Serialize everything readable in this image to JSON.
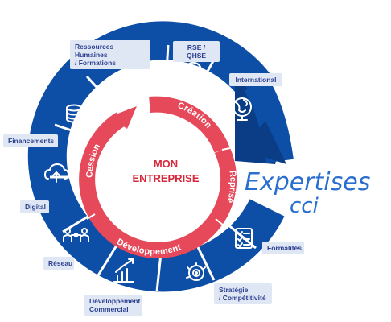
{
  "center": {
    "line1": "MON",
    "line2": "ENTREPRISE"
  },
  "cycle": {
    "creation": "Création",
    "reprise": "Reprise",
    "developpement": "Développement",
    "cession": "Cession"
  },
  "brand": {
    "line1": "Expertises",
    "line2": "cci"
  },
  "expertises": [
    {
      "key": "rh",
      "label": "Ressources Humaines\n/ Formations",
      "icon": "person-magnifier-icon"
    },
    {
      "key": "rse",
      "label": "RSE / QHSE",
      "icon": "recycle-arrows-icon"
    },
    {
      "key": "international",
      "label": "International",
      "icon": "globe-icon"
    },
    {
      "key": "financements",
      "label": "Financements",
      "icon": "coins-stack-icon"
    },
    {
      "key": "digital",
      "label": "Digital",
      "icon": "cloud-upload-icon"
    },
    {
      "key": "reseau",
      "label": "Réseau",
      "icon": "network-people-icon"
    },
    {
      "key": "devcom",
      "label": "Développement\nCommercial",
      "icon": "growth-chart-icon"
    },
    {
      "key": "strategie",
      "label": "Stratégie\n/ Compétitivité",
      "icon": "target-gear-icon"
    },
    {
      "key": "formalites",
      "label": "Formalités",
      "icon": "checklist-icon"
    }
  ],
  "colors": {
    "ring_blue": "#0d4ea6",
    "ring_dark": "#0a3d86",
    "ring_red": "#e5495a",
    "label_bg": "#dfe6f4",
    "text_blue": "#2b3f8f",
    "brand_blue": "#2a6fd0"
  }
}
